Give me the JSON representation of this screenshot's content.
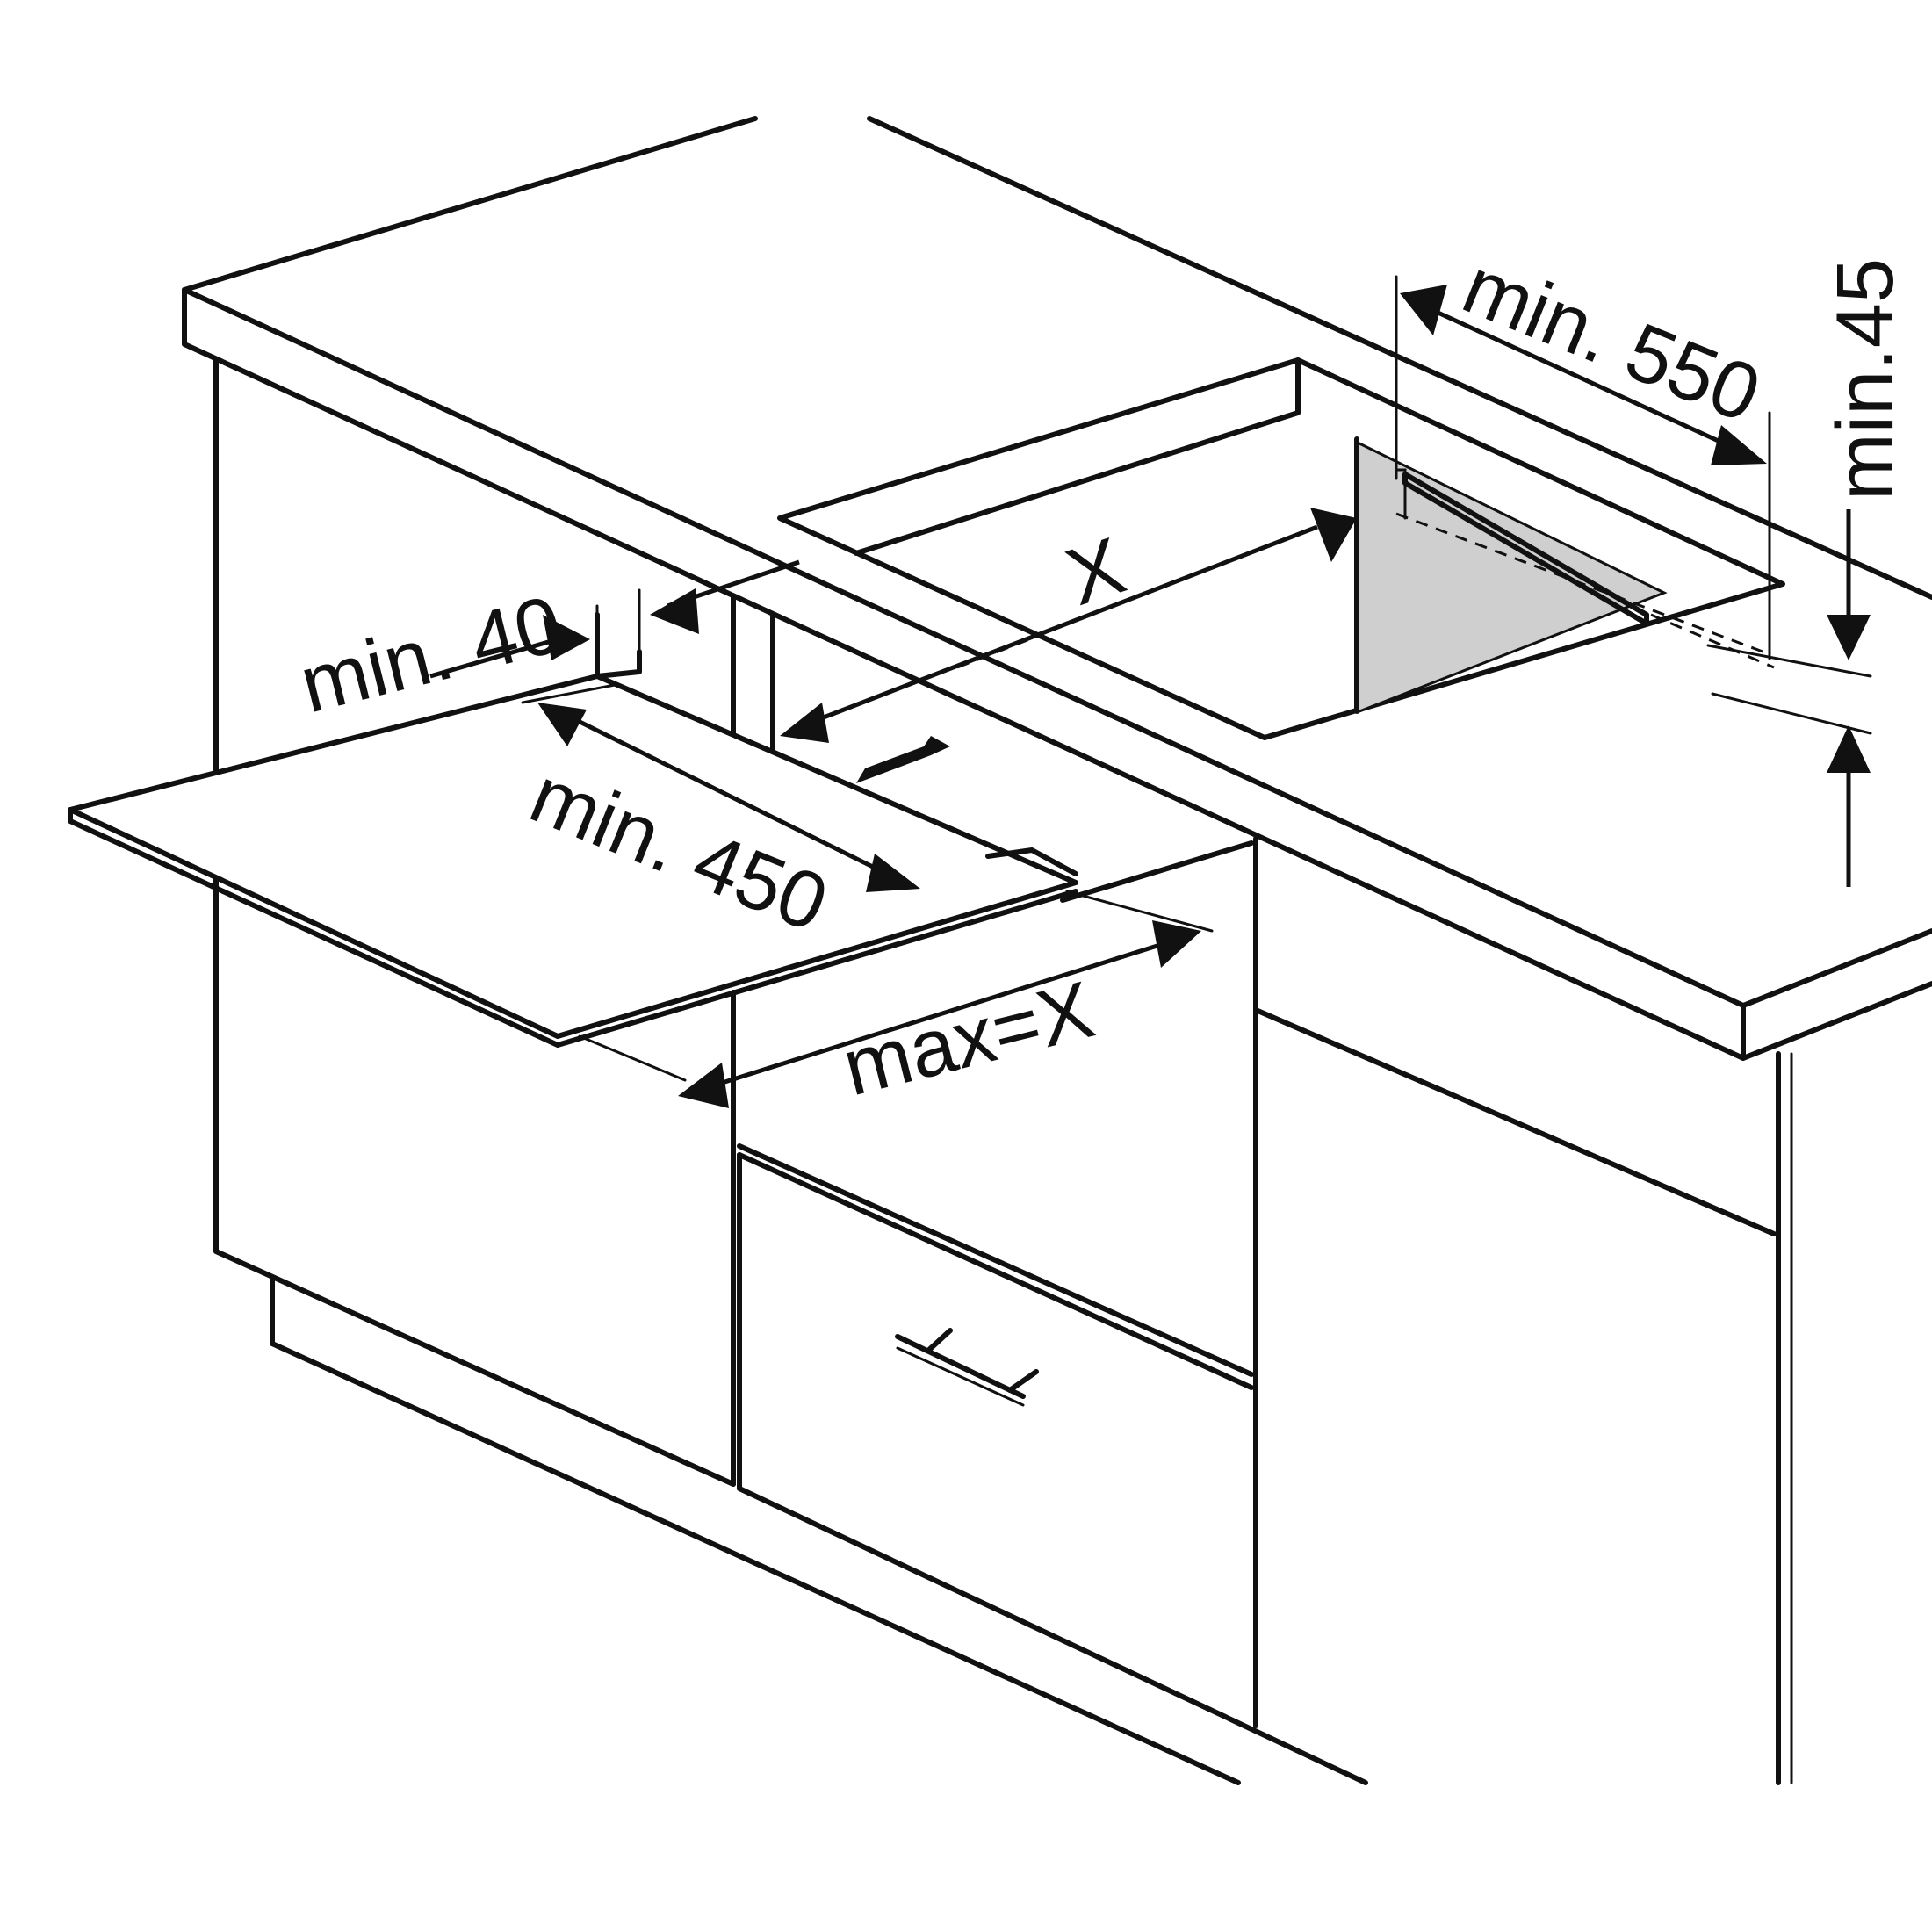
{
  "labels": {
    "min_40": "min. 40",
    "min_450": "min. 450",
    "min_550": "min. 550",
    "min_45": "min.45",
    "x": "X",
    "max_x": "max=X"
  },
  "colors": {
    "line": "#111111",
    "shade": "#cfcfcf",
    "background": "#ffffff"
  }
}
